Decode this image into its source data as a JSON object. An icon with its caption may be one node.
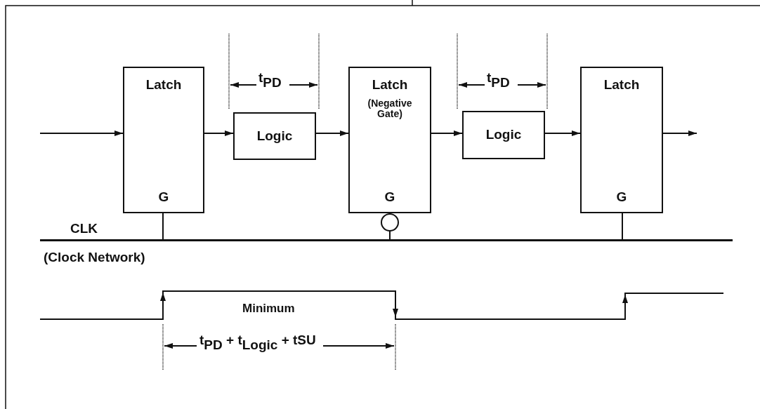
{
  "diagram": {
    "nodes": [
      {
        "text": [
          "Latch",
          "G"
        ]
      },
      {
        "text": [
          "Logic"
        ]
      },
      {
        "text": [
          "Latch",
          "(Negative Gate)",
          "G"
        ]
      },
      {
        "text": [
          "Logic"
        ]
      },
      {
        "text": [
          "Latch",
          "G"
        ]
      },
      {
        "text": [],
        "shape": "bar",
        "beside": [
          "CLK",
          "(Clock Network)"
        ]
      }
    ],
    "edges": [
      {
        "from": null,
        "to": 0,
        "arrow": "to"
      },
      {
        "from": 0,
        "to": 1,
        "arrow": "to"
      },
      {
        "from": 1,
        "to": 2,
        "arrow": "to"
      },
      {
        "from": 2,
        "to": 3,
        "arrow": "to"
      },
      {
        "from": 3,
        "to": 4,
        "arrow": "to"
      },
      {
        "from": 4,
        "to": null,
        "arrow": "to"
      },
      {
        "from": 5,
        "to": 0,
        "arrow": "none"
      },
      {
        "from": 5,
        "to": 2,
        "arrow": "other"
      },
      {
        "from": 5,
        "to": 4,
        "arrow": "none"
      }
    ],
    "labels": [
      "t$_{PD}$",
      "t$_{PD}$",
      "Minimum",
      "t$_{PD}$ + t$_{Logic}$ + tSU"
    ]
  }
}
